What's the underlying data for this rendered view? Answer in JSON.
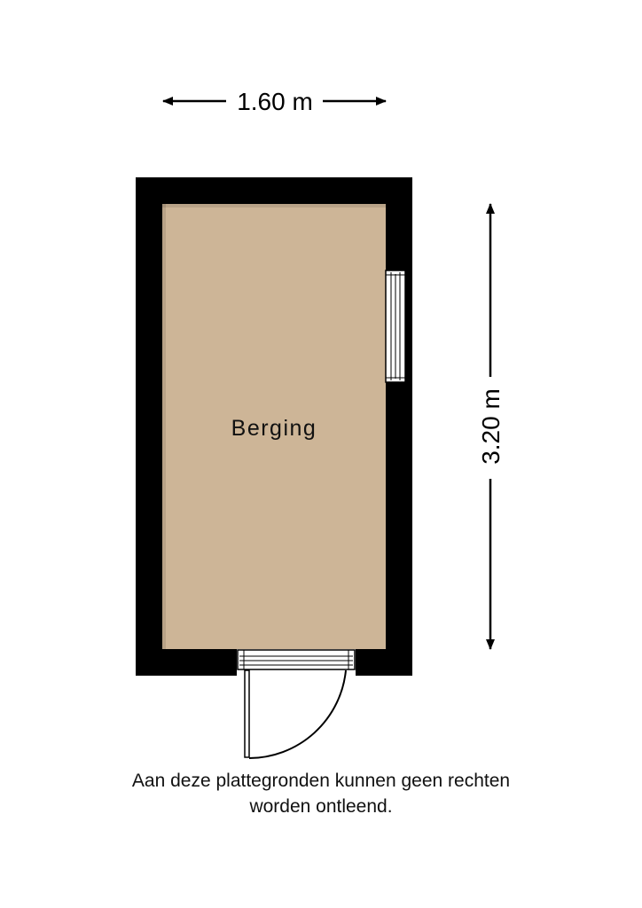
{
  "room": {
    "name": "Berging",
    "floor_color": "#cdb597",
    "wall_color": "#000000"
  },
  "dimensions": {
    "width_label": "1.60 m",
    "height_label": "3.20 m"
  },
  "disclaimer": {
    "line1": "Aan deze plattegronden kunnen geen rechten",
    "line2": "worden ontleend."
  }
}
